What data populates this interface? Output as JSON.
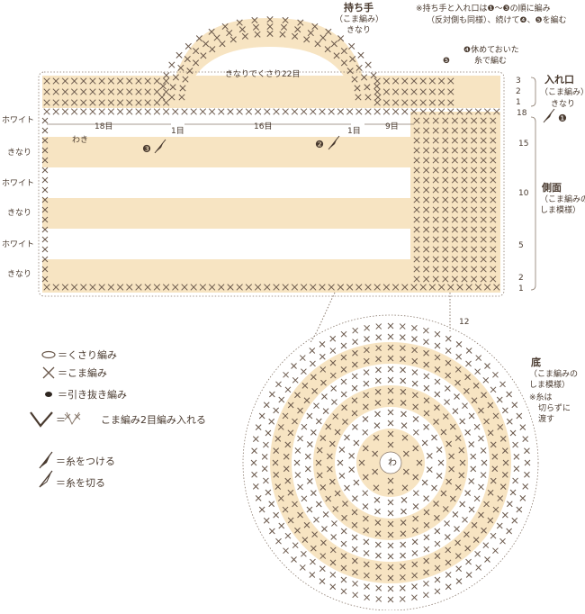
{
  "colors": {
    "cream": "#f7e4c2",
    "stitch": "#6a584b",
    "line": "#8a7a6d",
    "text": "#4a3b30",
    "white": "#ffffff"
  },
  "note": {
    "line1": "※持ち手と入れ口は❶～❸の順に編み",
    "line2": "（反対側も同様）、続けて❹、❺を編む"
  },
  "handle": {
    "title": "持ち手",
    "sub1": "（こま編み）",
    "sub2": "きなり",
    "chain_label": "きなりでくさり22目"
  },
  "top_labels": {
    "step4": "❹休めておいた",
    "step4b": "糸で編む",
    "step5": "❺"
  },
  "opening": {
    "title": "入れ口",
    "sub1": "（こま編み）",
    "sub2": "きなり",
    "rows": [
      "3",
      "2",
      "1"
    ],
    "step1": "❶"
  },
  "body_counts": {
    "c18": "18目",
    "c16": "16目",
    "c9": "9目",
    "c1a": "1目",
    "c1b": "1目",
    "waki": "わき",
    "step2": "❷",
    "step3": "❸"
  },
  "side": {
    "title": "側面",
    "sub1": "（こま編みの",
    "sub2": "しま模様）",
    "rows": [
      "18",
      "15",
      "10",
      "5",
      "2",
      "1"
    ]
  },
  "stripe_labels": [
    "ホワイト",
    "きなり",
    "ホワイト",
    "きなり",
    "ホワイト",
    "きなり"
  ],
  "bottom": {
    "title": "底",
    "sub1": "（こま編みの",
    "sub2": "しま模様）",
    "note1": "※糸は",
    "note2": "切らずに",
    "note3": "渡す",
    "center": "わ",
    "row_top": "12"
  },
  "legend": [
    {
      "symbol": "chain-oval-icon",
      "text": "＝くさり編み"
    },
    {
      "symbol": "single-crochet-x-icon",
      "text": "＝こま編み"
    },
    {
      "symbol": "slip-stitch-dot-icon",
      "text": "＝引き抜き編み"
    },
    {
      "symbol": "increase-v-icon",
      "text": "＝",
      "text2": "こま編み2目編み入れる"
    },
    {
      "symbol": "attach-yarn-icon",
      "text": "＝糸をつける"
    },
    {
      "symbol": "cut-yarn-icon",
      "text": "＝糸を切る"
    }
  ]
}
